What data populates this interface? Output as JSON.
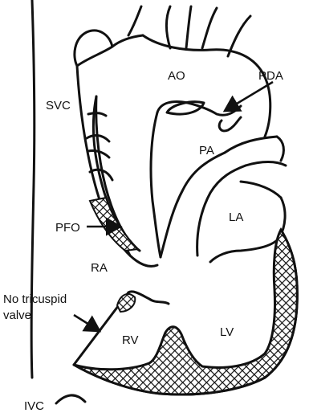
{
  "labels": {
    "ao": "AO",
    "pda": "PDA",
    "svc": "SVC",
    "pa": "PA",
    "la": "LA",
    "pfo": "PFO",
    "ra": "RA",
    "no_tricuspid_line1": "No tricuspid",
    "no_tricuspid_line2": "valve",
    "rv": "RV",
    "lv": "LV",
    "ivc": "IVC"
  },
  "colors": {
    "stroke": "#111111",
    "background": "#ffffff",
    "myocardium_hatch": "#111111"
  }
}
